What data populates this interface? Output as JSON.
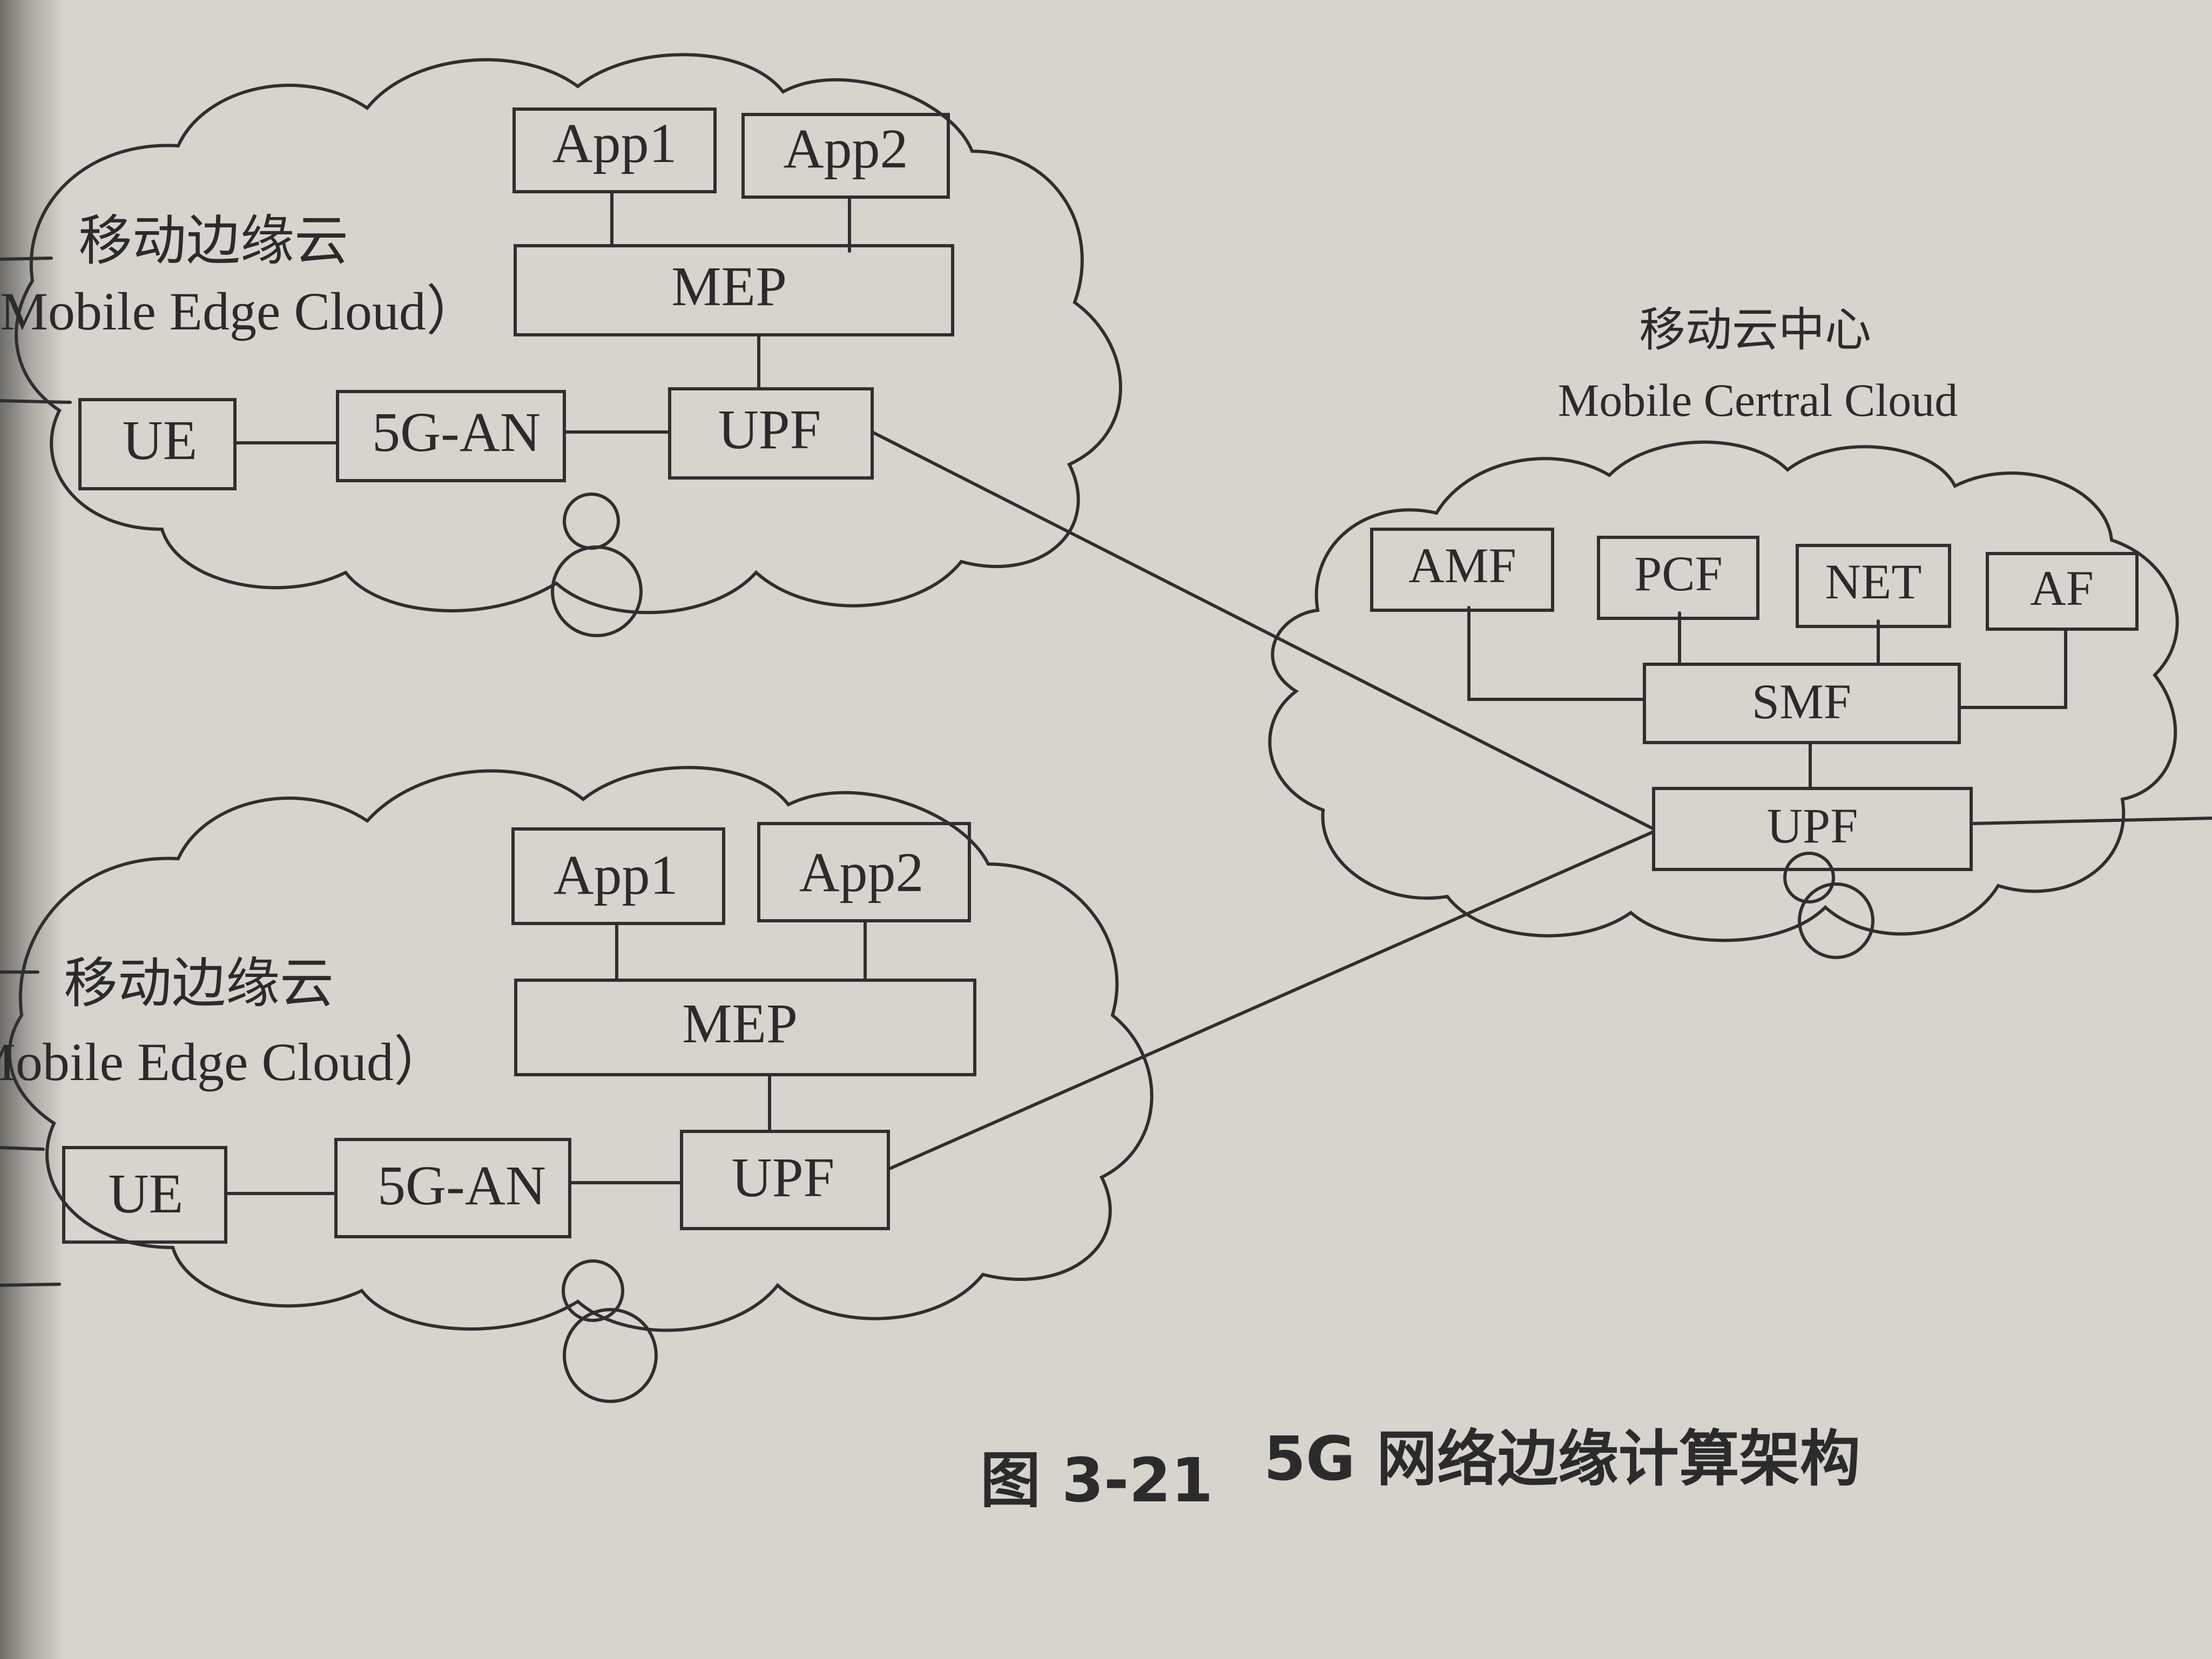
{
  "edge_cloud_top": {
    "title_cn": "移动边缘云",
    "title_en": "Mobile Edge Cloud）",
    "app1": "App1",
    "app2": "App2",
    "mep": "MEP",
    "ue": "UE",
    "an": "5G-AN",
    "upf": "UPF"
  },
  "edge_cloud_bottom": {
    "title_cn": "移动边缘云",
    "title_en": "Mobile Edge Cloud）",
    "app1": "App1",
    "app2": "App2",
    "mep": "MEP",
    "ue": "UE",
    "an": "5G-AN",
    "upf": "UPF"
  },
  "central_cloud": {
    "title_cn": "移动云中心",
    "title_en": "Mobile Certral Cloud",
    "amf": "AMF",
    "pcf": "PCF",
    "net": "NET",
    "af": "AF",
    "smf": "SMF",
    "upf": "UPF"
  },
  "caption": {
    "figure_no": "图 3-21",
    "text": "5G 网络边缘计算架构"
  },
  "colors": {
    "paper": "#d6d4cc",
    "ink": "#2b2b2b"
  }
}
